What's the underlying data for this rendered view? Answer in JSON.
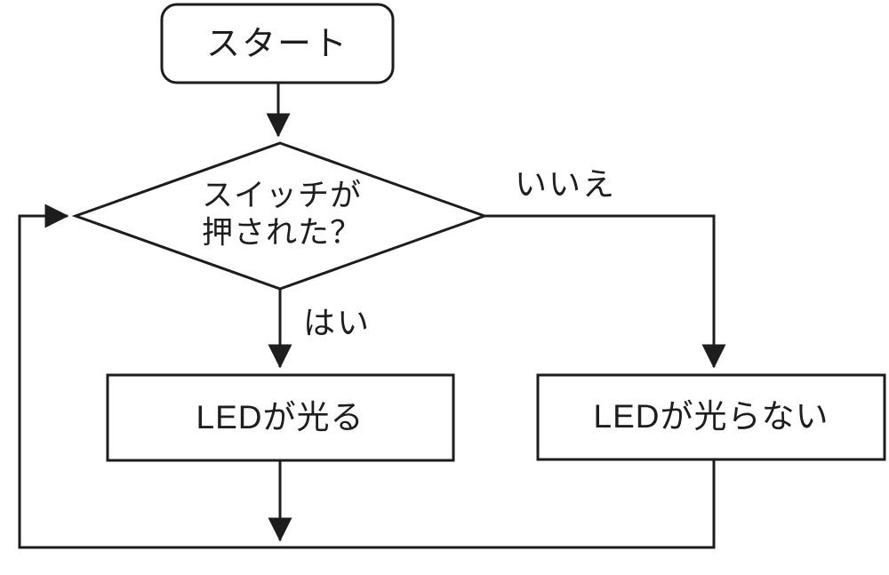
{
  "diagram": {
    "title": "LED switch flowchart",
    "background_color": "#ffffff",
    "line_color": "#1d1d1d",
    "text_color": "#1e1e1e",
    "nodes": {
      "start": {
        "type": "terminator",
        "label": "スタート"
      },
      "decision": {
        "type": "decision",
        "label": "スイッチが押された？",
        "line1": "スイッチが",
        "line2": "押された？"
      },
      "process_led_on": {
        "type": "process",
        "label": "LEDが光る"
      },
      "process_led_off": {
        "type": "process",
        "label": "LEDが光らない"
      }
    },
    "edges": {
      "yes_label": "はい",
      "no_label": "いいえ"
    }
  }
}
